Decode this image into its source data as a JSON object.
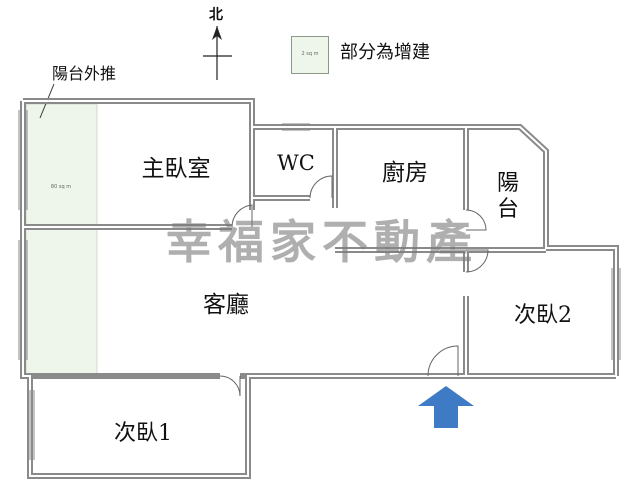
{
  "north": {
    "label": "北"
  },
  "legend": {
    "swatch_text": "2 sq m",
    "label": "部分為增建"
  },
  "annotation": {
    "balcony_extension": "陽台外推",
    "area_text": "80 sq m"
  },
  "rooms": {
    "master_bedroom": "主臥室",
    "wc": "WC",
    "kitchen": "廚房",
    "balcony": "陽台",
    "living_room": "客廳",
    "bedroom2": "次臥2",
    "bedroom1": "次臥1"
  },
  "watermark": "幸福家不動產",
  "colors": {
    "wall": "#8a8a8a",
    "wall_inner": "#ffffff",
    "addition_fill": "#eef5ea",
    "entrance_arrow": "#3f7ac4"
  }
}
